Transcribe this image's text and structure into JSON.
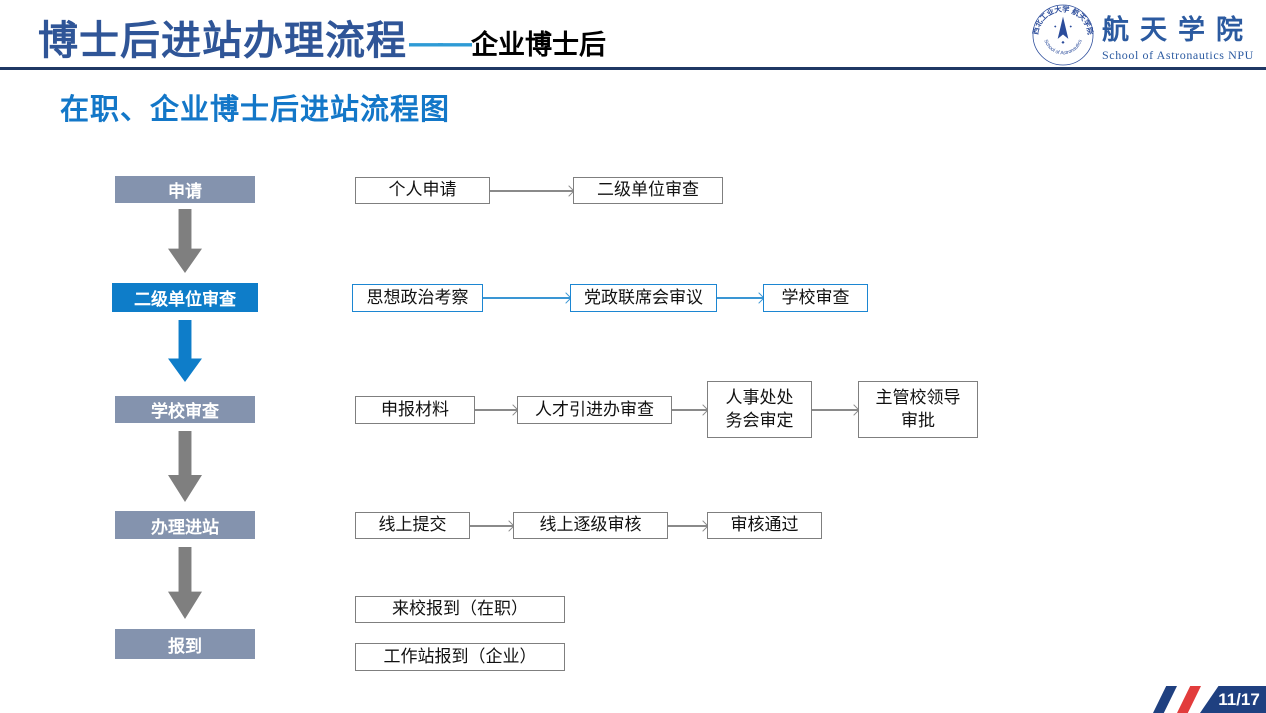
{
  "header": {
    "title": "博士后进站办理流程",
    "dash": "——",
    "subtitle": "企业博士后",
    "logo": {
      "seal_top": "西北工业大学 航天学院",
      "seal_bottom": "School of Astronautics",
      "name_cn": "航天学院",
      "name_en": "School of Astronautics NPU"
    }
  },
  "section": {
    "title": "在职、企业博士后进站流程图"
  },
  "flowchart": {
    "stages": [
      {
        "label": "申请"
      },
      {
        "label": "二级单位审查"
      },
      {
        "label": "学校审查"
      },
      {
        "label": "办理进站"
      },
      {
        "label": "报到"
      }
    ],
    "rows": [
      {
        "boxes": [
          "个人申请",
          "二级单位审查"
        ]
      },
      {
        "boxes": [
          "思想政治考察",
          "党政联席会审议",
          "学校审查"
        ]
      },
      {
        "boxes": [
          "申报材料",
          "人才引进办审查",
          "人事处处\n务会审定",
          "主管校领导\n审批"
        ]
      },
      {
        "boxes": [
          "线上提交",
          "线上逐级审核",
          "审核通过"
        ]
      },
      {
        "boxes": [
          "来校报到（在职）",
          "工作站报到（企业）"
        ]
      }
    ]
  },
  "footer": {
    "page_number": "11/17"
  },
  "colors": {
    "title_blue": "#2F5597",
    "dash_blue": "#2E9BD5",
    "rule_navy": "#1F3864",
    "section_blue": "#1377C8",
    "stage_gray": "#8493AE",
    "stage_blue": "#0E7DC9",
    "box_border_gray": "#7F7F7F",
    "box_border_blue": "#1C86D2",
    "arrow_gray": "#808080",
    "arrow_blue": "#3A96D4",
    "footer_navy": "#1F4080",
    "footer_red": "#E23C3C"
  }
}
